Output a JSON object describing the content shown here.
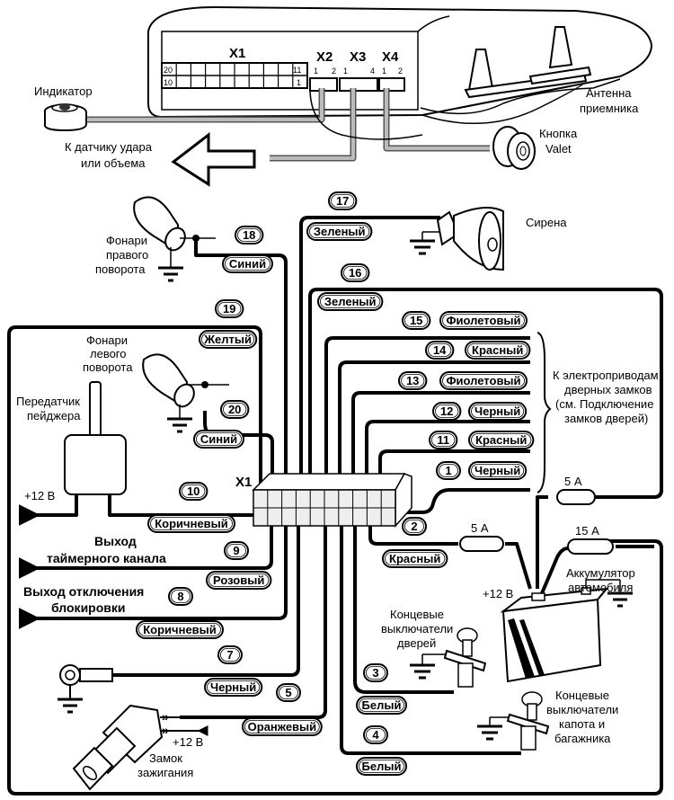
{
  "main_unit": {
    "connectors": {
      "x1": "X1",
      "x2": "X2",
      "x3": "X3",
      "x4": "X4"
    },
    "x1_pins": {
      "top_left": "20",
      "top_right": "11",
      "bottom_left": "10",
      "bottom_right": "1"
    },
    "x2_pins": [
      "1",
      "2"
    ],
    "x3_pins": [
      "1",
      "4"
    ],
    "x4_pins": [
      "1",
      "2"
    ]
  },
  "labels": {
    "indicator": "Индикатор",
    "antenna": [
      "Антенна",
      "приемника"
    ],
    "valet": [
      "Кнопка",
      "Valet"
    ],
    "sensor": [
      "К датчику удара",
      "или объема"
    ],
    "siren": "Сирена",
    "right_turn": [
      "Фонари",
      "правого",
      "поворота"
    ],
    "left_turn": [
      "Фонари",
      "левого",
      "поворота"
    ],
    "pager": [
      "Передатчик",
      "пейджера"
    ],
    "plus12_pager": "+12 В",
    "timer_out": [
      "Выход",
      "таймерного канала"
    ],
    "block_out": [
      "Выход отключения",
      "блокировки"
    ],
    "door_locks": [
      "К электроприводам",
      "дверных замков",
      "(см. Подключение",
      "замков дверей)"
    ],
    "battery": [
      "Аккумулятор",
      "автомобиля"
    ],
    "plus12_battery": "+12 В",
    "door_switches": [
      "Концевые",
      "выключатели",
      "дверей"
    ],
    "hood_switches": [
      "Концевые",
      "выключатели",
      "капота и",
      "багажника"
    ],
    "ignition": [
      "Замок",
      "зажигания"
    ],
    "plus12_ignition": "+12 В",
    "x1_harness": "X1"
  },
  "fuses": [
    {
      "id": "fuse-top",
      "rating": "5 А"
    },
    {
      "id": "fuse-mid",
      "rating": "5 А"
    },
    {
      "id": "fuse-battery",
      "rating": "15 А"
    }
  ],
  "wires": [
    {
      "pin": "1",
      "color": "Черный"
    },
    {
      "pin": "2",
      "color": "Красный"
    },
    {
      "pin": "3",
      "color": "Белый"
    },
    {
      "pin": "4",
      "color": "Белый"
    },
    {
      "pin": "5",
      "color": "Оранжевый"
    },
    {
      "pin": "7",
      "color": "Черный"
    },
    {
      "pin": "8",
      "color": "Коричневый"
    },
    {
      "pin": "9",
      "color": "Розовый"
    },
    {
      "pin": "10",
      "color": "Коричневый"
    },
    {
      "pin": "11",
      "color": "Красный"
    },
    {
      "pin": "12",
      "color": "Черный"
    },
    {
      "pin": "13",
      "color": "Фиолетовый"
    },
    {
      "pin": "14",
      "color": "Красный"
    },
    {
      "pin": "15",
      "color": "Фиолетовый"
    },
    {
      "pin": "16",
      "color": "Зеленый"
    },
    {
      "pin": "17",
      "color": "Зеленый"
    },
    {
      "pin": "18",
      "color": "Синий"
    },
    {
      "pin": "19",
      "color": "Желтый"
    },
    {
      "pin": "20",
      "color": "Синий"
    }
  ]
}
